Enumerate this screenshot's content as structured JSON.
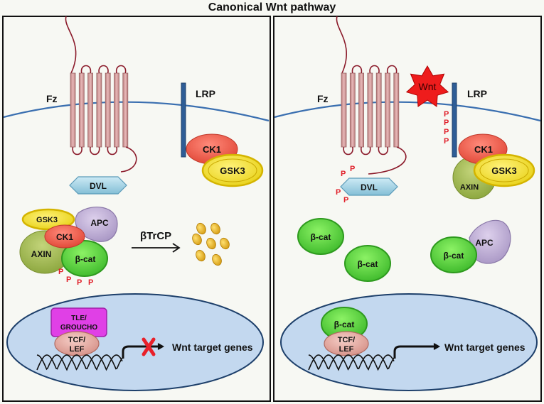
{
  "title": "Canonical Wnt pathway",
  "colors": {
    "background": "#f7f8f3",
    "membrane": "#3a6fb0",
    "fz_helix": "#d4a0a0",
    "fz_loop": "#8b1a2a",
    "lrp": "#2e5d96",
    "ck1": "#f06a5a",
    "gsk3": "#f2e02a",
    "axin": "#a9c05a",
    "apc": "#c7b7db",
    "bcat": "#6fe04a",
    "dvl": "#a8d8ea",
    "nucleus": "#c3d8ef",
    "tle": "#e040e6",
    "tcf": "#eab0a8",
    "wnt": "#ee1c1c",
    "phospho": "#e0202a",
    "degraded": "#e8b41c",
    "block_x": "#e8202a"
  },
  "panels": [
    {
      "state": "off",
      "labels": {
        "fz": "Fz",
        "lrp": "LRP",
        "ck1_membrane": "CK1",
        "gsk3_membrane": "GSK3",
        "dvl": "DVL",
        "gsk3_complex": "GSK3",
        "apc_complex": "APC",
        "ck1_complex": "CK1",
        "axin_complex": "AXIN",
        "bcat_complex": "β-cat",
        "btrcp": "βTrCP",
        "tle": "TLE/",
        "tle2": "GROUCHO",
        "tcf": "TCF/",
        "tcf2": "LEF",
        "target_genes": "Wnt target genes"
      },
      "phospho_marks": [
        "P",
        "P",
        "P",
        "P"
      ],
      "transcription_blocked": true
    },
    {
      "state": "on",
      "labels": {
        "fz": "Fz",
        "lrp": "LRP",
        "wnt": "Wnt",
        "ck1": "CK1",
        "gsk3": "GSK3",
        "axin": "AXIN",
        "dvl": "DVL",
        "bcat_free1": "β-cat",
        "bcat_free2": "β-cat",
        "bcat_apc": "β-cat",
        "apc": "APC",
        "bcat_nuclear": "β-cat",
        "tcf": "TCF/",
        "tcf2": "LEF",
        "target_genes": "Wnt target genes"
      },
      "lrp_phospho_marks": [
        "P",
        "P",
        "P",
        "P"
      ],
      "dvl_phospho_marks": [
        "P",
        "P",
        "P",
        "P"
      ],
      "transcription_blocked": false
    }
  ]
}
